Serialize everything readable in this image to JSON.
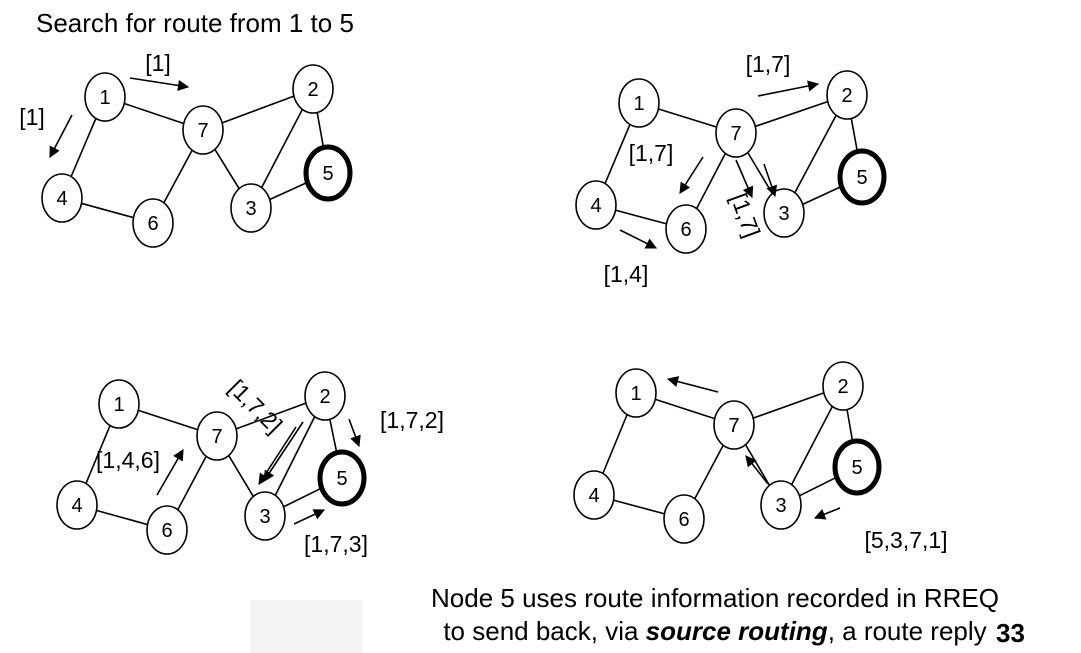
{
  "title": "Search for route from 1 to 5",
  "caption": {
    "line1": "Node 5 uses route information recorded in RREQ",
    "line2_prefix": "to send back, via ",
    "line2_emphasis": "source routing",
    "line2_suffix": ", a route reply"
  },
  "page_number": "33",
  "panels": [
    {
      "id": "top-left",
      "nodes": [
        {
          "id": "1",
          "label": "1"
        },
        {
          "id": "7",
          "label": "7"
        },
        {
          "id": "2",
          "label": "2"
        },
        {
          "id": "4",
          "label": "4"
        },
        {
          "id": "6",
          "label": "6"
        },
        {
          "id": "3",
          "label": "3"
        },
        {
          "id": "5",
          "label": "5",
          "destination": true
        }
      ],
      "messages": [
        "[1]",
        "[1]"
      ]
    },
    {
      "id": "top-right",
      "nodes": [
        {
          "id": "1",
          "label": "1"
        },
        {
          "id": "7",
          "label": "7"
        },
        {
          "id": "2",
          "label": "2"
        },
        {
          "id": "4",
          "label": "4"
        },
        {
          "id": "6",
          "label": "6"
        },
        {
          "id": "3",
          "label": "3"
        },
        {
          "id": "5",
          "label": "5",
          "destination": true
        }
      ],
      "messages": [
        "[1,7]",
        "[1,7]",
        "[1,7]",
        "[1,4]"
      ]
    },
    {
      "id": "bottom-left",
      "nodes": [
        {
          "id": "1",
          "label": "1"
        },
        {
          "id": "7",
          "label": "7"
        },
        {
          "id": "2",
          "label": "2"
        },
        {
          "id": "4",
          "label": "4"
        },
        {
          "id": "6",
          "label": "6"
        },
        {
          "id": "3",
          "label": "3"
        },
        {
          "id": "5",
          "label": "5",
          "destination": true
        }
      ],
      "messages": [
        "[1,4,6]",
        "[1,7,2]",
        "[1,7,2]",
        "[1,7,3]"
      ]
    },
    {
      "id": "bottom-right",
      "nodes": [
        {
          "id": "1",
          "label": "1"
        },
        {
          "id": "7",
          "label": "7"
        },
        {
          "id": "2",
          "label": "2"
        },
        {
          "id": "4",
          "label": "4"
        },
        {
          "id": "6",
          "label": "6"
        },
        {
          "id": "3",
          "label": "3"
        },
        {
          "id": "5",
          "label": "5",
          "destination": true
        }
      ],
      "messages": [
        "[5,3,7,1]"
      ]
    }
  ]
}
